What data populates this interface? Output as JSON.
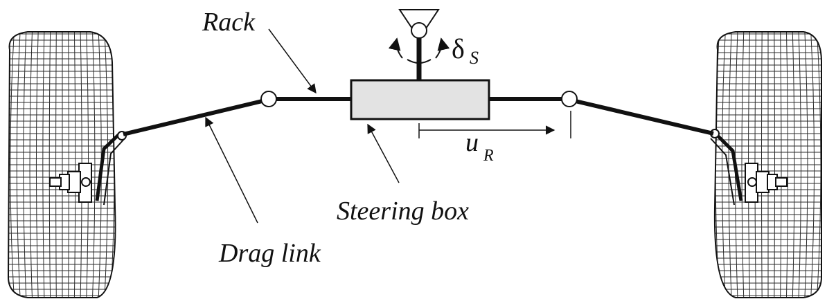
{
  "labels": {
    "rack": "Rack",
    "steering_box": "Steering box",
    "drag_link": "Drag link",
    "delta_symbol": "δ",
    "delta_subscript": "S",
    "u_symbol": "u",
    "u_subscript": "R"
  },
  "colors": {
    "ink": "#111111",
    "box_fill": "#e3e3e3",
    "tire_mesh": "#2a2a2a"
  }
}
